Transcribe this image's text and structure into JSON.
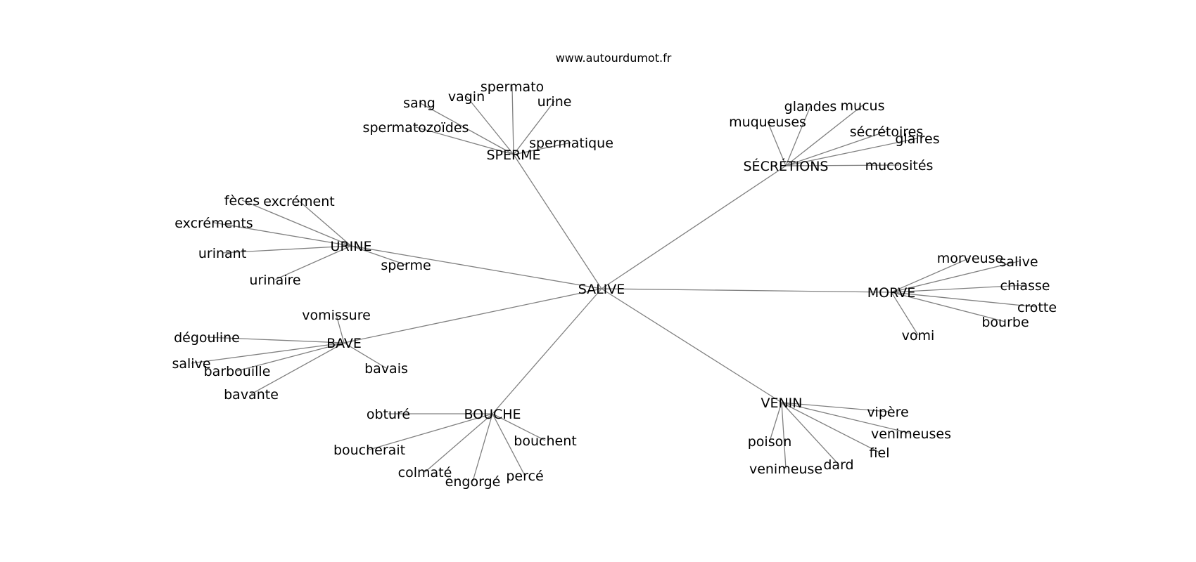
{
  "source": "www.autourdumot.fr",
  "center": "SALIVE",
  "clusters": [
    {
      "name": "SPERME",
      "terms": [
        "spermato",
        "vagin",
        "sang",
        "urine",
        "spermatozoïdes",
        "spermatique"
      ]
    },
    {
      "name": "SÉCRÉTIONS",
      "terms": [
        "glandes",
        "mucus",
        "muqueuses",
        "sécrétoires",
        "glaires",
        "mucosités"
      ]
    },
    {
      "name": "URINE",
      "terms": [
        "fèces",
        "excrément",
        "excréments",
        "urinant",
        "urinaire",
        "sperme"
      ]
    },
    {
      "name": "MORVE",
      "terms": [
        "morveuse",
        "salive",
        "chiasse",
        "crotte",
        "bourbe",
        "vomi"
      ]
    },
    {
      "name": "BAVE",
      "terms": [
        "vomissure",
        "dégouline",
        "salive",
        "barbouille",
        "bavante",
        "bavais"
      ]
    },
    {
      "name": "BOUCHE",
      "terms": [
        "obturé",
        "boucherait",
        "colmaté",
        "engorgé",
        "percé",
        "bouchent"
      ]
    },
    {
      "name": "VENIN",
      "terms": [
        "vipère",
        "venimeuses",
        "poison",
        "venimeuse",
        "dard",
        "fiel"
      ]
    }
  ]
}
